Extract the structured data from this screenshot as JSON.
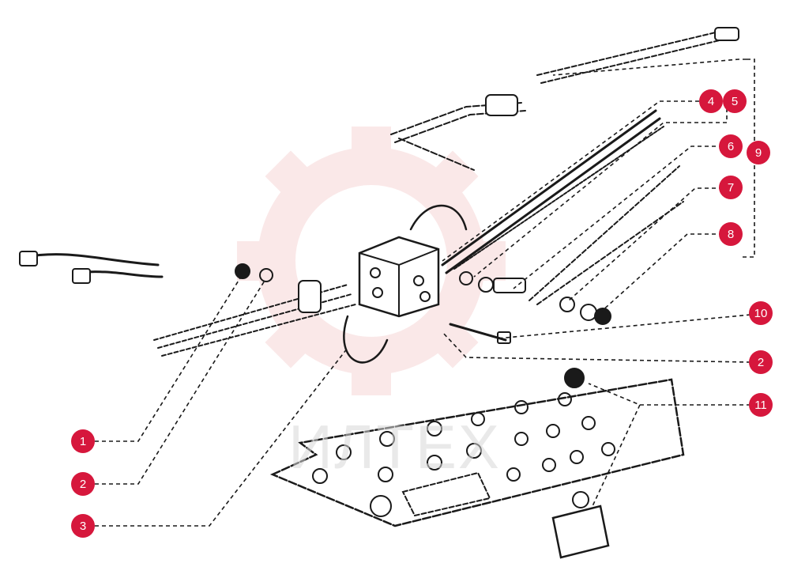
{
  "colors": {
    "callout": "#d6173c",
    "line_art": "#1a1a1a",
    "watermark": "#f2c0c0"
  },
  "watermark": {
    "text": "ИЛТЕХ",
    "icon": "gear-watermark-icon"
  },
  "callouts": [
    {
      "label": "1",
      "side": "left"
    },
    {
      "label": "2",
      "side": "left"
    },
    {
      "label": "3",
      "side": "left"
    },
    {
      "label": "4",
      "side": "right"
    },
    {
      "label": "5",
      "side": "right"
    },
    {
      "label": "6",
      "side": "right"
    },
    {
      "label": "9",
      "side": "right"
    },
    {
      "label": "7",
      "side": "right"
    },
    {
      "label": "8",
      "side": "right"
    },
    {
      "label": "10",
      "side": "right"
    },
    {
      "label": "2",
      "side": "right"
    },
    {
      "label": "11",
      "side": "right"
    }
  ]
}
